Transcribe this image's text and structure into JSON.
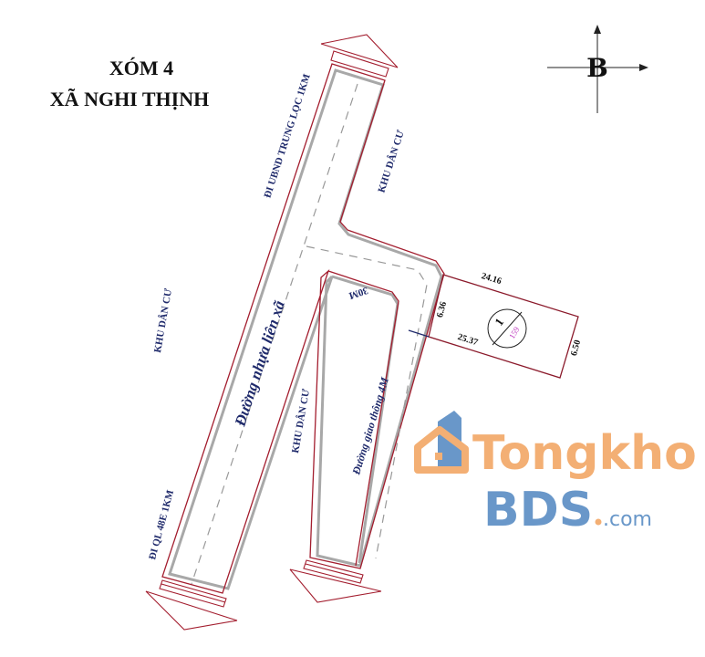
{
  "title": {
    "line1": "XÓM 4",
    "line2": "XÃ NGHI THỊNH"
  },
  "compass": {
    "north_letter": "B",
    "icon": "north-arrow-icon"
  },
  "labels": {
    "top_road_direction": "ĐI UBND TRUNG LỌC 1KM",
    "bottom_road_direction": "ĐI QL 48E 1KM",
    "residential_right": "KHU DÂN CƯ",
    "residential_left": "KHU DÂN CƯ",
    "residential_middle": "KHU DÂN CƯ",
    "main_road": "Đường nhựa liên xã",
    "side_road": "Đường giao thông 4M",
    "distance": "30M"
  },
  "plot": {
    "number": "1",
    "area_label": "159",
    "dimensions": {
      "top": "24.16",
      "left": "6.36",
      "right": "6.50",
      "bottom": "25.37"
    },
    "colors": {
      "outline": "#8b1a2b",
      "area_label": "#c040c0"
    }
  },
  "watermark": {
    "brand_orange": "Tongkho",
    "brand_blue": "BDS",
    "domain": ".com",
    "colors": {
      "orange": "#f2a25c",
      "blue": "#4f86c0"
    }
  },
  "colors": {
    "road_outline": "#a31d2e",
    "road_inner": "#a8a8a8",
    "text": "#1f2a6b"
  }
}
